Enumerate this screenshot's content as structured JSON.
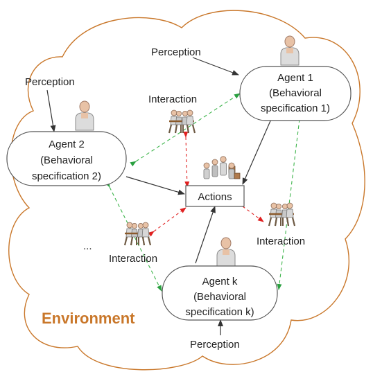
{
  "environment_label": "Environment",
  "ellipsis": "...",
  "actions_label": "Actions",
  "agents": [
    {
      "line1": "Agent 1",
      "line2": "(Behavioral",
      "line3": "specification 1)"
    },
    {
      "line1": "Agent 2",
      "line2": "(Behavioral",
      "line3": "specification 2)"
    },
    {
      "line1": "Agent k",
      "line2": "(Behavioral",
      "line3": "specification k)"
    }
  ],
  "perception_labels": [
    "Perception",
    "Perception",
    "Perception"
  ],
  "interaction_labels": [
    "Interaction",
    "Interaction",
    "Interaction"
  ],
  "colors": {
    "cloud_stroke": "#c9772a",
    "environment_text": "#c9772a",
    "dashed_line": "#3cb44a",
    "arrow_red": "#e02020",
    "arrow_green": "#2aa040",
    "person_skin": "#e8c2a6",
    "person_shirt": "#d8d8d8"
  },
  "icons": [
    "person-icon",
    "tug-of-war-icon",
    "crowd-icon"
  ]
}
